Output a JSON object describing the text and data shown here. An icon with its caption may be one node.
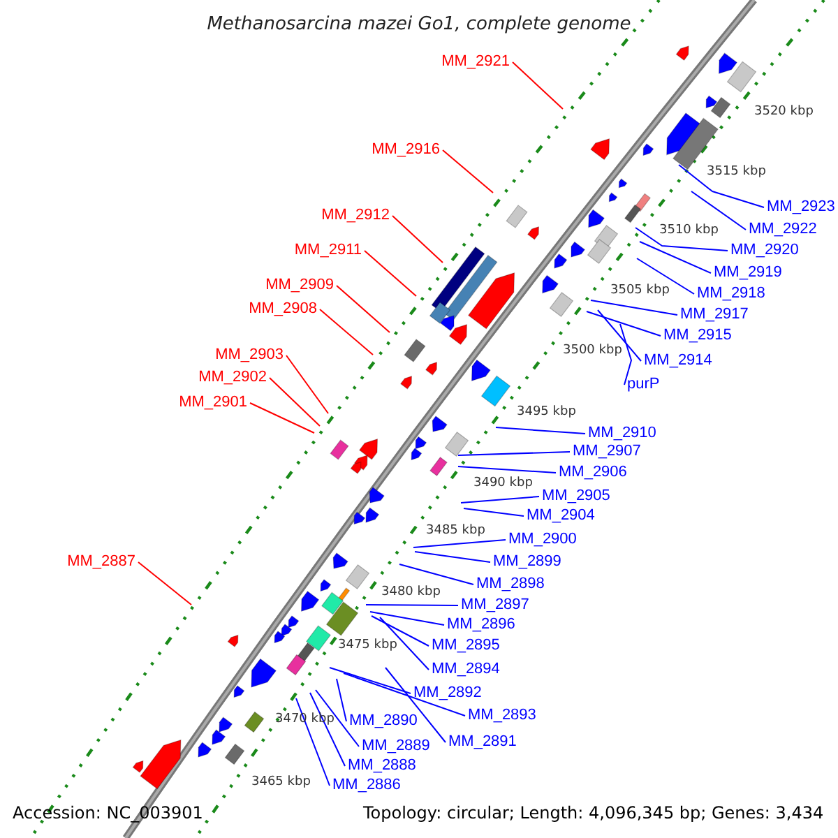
{
  "diagram": {
    "title": "Methanosarcina mazei Go1, complete genome",
    "nodes": [
      {
        "text": [
          "MM_2921"
        ]
      },
      {
        "text": [
          "MM_2916"
        ]
      },
      {
        "text": [
          "MM_2923"
        ]
      },
      {
        "text": [
          "MM_2912"
        ]
      },
      {
        "text": [
          "MM_2922"
        ]
      },
      {
        "text": [
          "MM_2911"
        ]
      },
      {
        "text": [
          "MM_2920"
        ]
      },
      {
        "text": [
          "MM_2919"
        ]
      },
      {
        "text": [
          "MM_2909"
        ]
      },
      {
        "text": [
          "MM_2918"
        ]
      },
      {
        "text": [
          "MM_2908"
        ]
      },
      {
        "text": [
          "MM_2917"
        ]
      },
      {
        "text": [
          "MM_2915"
        ]
      },
      {
        "text": [
          "MM_2903"
        ]
      },
      {
        "text": [
          "MM_2914"
        ]
      },
      {
        "text": [
          "MM_2902"
        ]
      },
      {
        "text": [
          "purP"
        ]
      },
      {
        "text": [
          "MM_2901"
        ]
      },
      {
        "text": [
          "MM_2910"
        ]
      },
      {
        "text": [
          "MM_2907"
        ]
      },
      {
        "text": [
          "MM_2906"
        ]
      },
      {
        "text": [
          "MM_2905"
        ]
      },
      {
        "text": [
          "MM_2904"
        ]
      },
      {
        "text": [
          "MM_2900"
        ]
      },
      {
        "text": [
          "MM_2887"
        ]
      },
      {
        "text": [
          "MM_2899"
        ]
      },
      {
        "text": [
          "MM_2898"
        ]
      },
      {
        "text": [
          "MM_2897"
        ]
      },
      {
        "text": [
          "MM_2896"
        ]
      },
      {
        "text": [
          "MM_2895"
        ]
      },
      {
        "text": [
          "MM_2894"
        ]
      },
      {
        "text": [
          "MM_2892"
        ]
      },
      {
        "text": [
          "MM_2893"
        ]
      },
      {
        "text": [
          "MM_2890"
        ]
      },
      {
        "text": [
          "MM_2891"
        ]
      },
      {
        "text": [
          "MM_2889"
        ]
      },
      {
        "text": [
          "MM_2888"
        ]
      },
      {
        "text": [
          "MM_2886"
        ]
      }
    ],
    "edges": [
      {
        "from": 0,
        "to": null,
        "arrow": "none",
        "color": "#ff0000"
      },
      {
        "from": 1,
        "to": null,
        "arrow": "none",
        "color": "#ff0000"
      },
      {
        "from": 2,
        "to": null,
        "arrow": "none"
      },
      {
        "from": 3,
        "to": null,
        "arrow": "none",
        "color": "#ff0000"
      },
      {
        "from": 4,
        "to": null,
        "arrow": "none"
      },
      {
        "from": 5,
        "to": null,
        "arrow": "none",
        "color": "#ff0000"
      },
      {
        "from": 6,
        "to": null,
        "arrow": "none"
      },
      {
        "from": 7,
        "to": null,
        "arrow": "none"
      },
      {
        "from": 8,
        "to": null,
        "arrow": "none",
        "color": "#ff0000"
      },
      {
        "from": 9,
        "to": null,
        "arrow": "none"
      },
      {
        "from": 10,
        "to": null,
        "arrow": "none",
        "color": "#ff0000"
      },
      {
        "from": 11,
        "to": null,
        "arrow": "none"
      },
      {
        "from": 12,
        "to": null,
        "arrow": "none"
      },
      {
        "from": 13,
        "to": null,
        "arrow": "none",
        "color": "#ff0000"
      },
      {
        "from": 14,
        "to": null,
        "arrow": "none"
      },
      {
        "from": 15,
        "to": null,
        "arrow": "none",
        "color": "#ff0000"
      },
      {
        "from": 16,
        "to": null,
        "arrow": "none"
      },
      {
        "from": 17,
        "to": null,
        "arrow": "none",
        "color": "#ff0000"
      },
      {
        "from": 18,
        "to": null,
        "arrow": "none"
      },
      {
        "from": 19,
        "to": null,
        "arrow": "none"
      },
      {
        "from": 20,
        "to": null,
        "arrow": "none"
      },
      {
        "from": 21,
        "to": null,
        "arrow": "none"
      },
      {
        "from": 22,
        "to": null,
        "arrow": "none"
      },
      {
        "from": 23,
        "to": null,
        "arrow": "none"
      },
      {
        "from": 24,
        "to": null,
        "arrow": "none",
        "color": "#ff0000"
      },
      {
        "from": 25,
        "to": null,
        "arrow": "none"
      },
      {
        "from": 26,
        "to": null,
        "arrow": "none"
      },
      {
        "from": 27,
        "to": null,
        "arrow": "none"
      },
      {
        "from": 28,
        "to": null,
        "arrow": "none"
      },
      {
        "from": 29,
        "to": null,
        "arrow": "none"
      },
      {
        "from": 30,
        "to": null,
        "arrow": "none"
      },
      {
        "from": 31,
        "to": null,
        "arrow": "none"
      },
      {
        "from": 32,
        "to": null,
        "arrow": "none"
      },
      {
        "from": 33,
        "to": null,
        "arrow": "none"
      },
      {
        "from": 34,
        "to": null,
        "arrow": "none"
      },
      {
        "from": 35,
        "to": null,
        "arrow": "none"
      },
      {
        "from": 36,
        "to": null,
        "arrow": "none"
      },
      {
        "from": 37,
        "to": null,
        "arrow": "none"
      }
    ],
    "labels": [
      "3520 kbp",
      "3515 kbp",
      "3510 kbp",
      "3505 kbp",
      "3500 kbp",
      "3495 kbp",
      "3490 kbp",
      "3485 kbp",
      "3480 kbp",
      "3475 kbp",
      "3470 kbp",
      "3465 kbp",
      "Accession: NC_003901",
      "Topology: circular; Length: 4,096,345 bp; Genes: 3,434"
    ]
  }
}
